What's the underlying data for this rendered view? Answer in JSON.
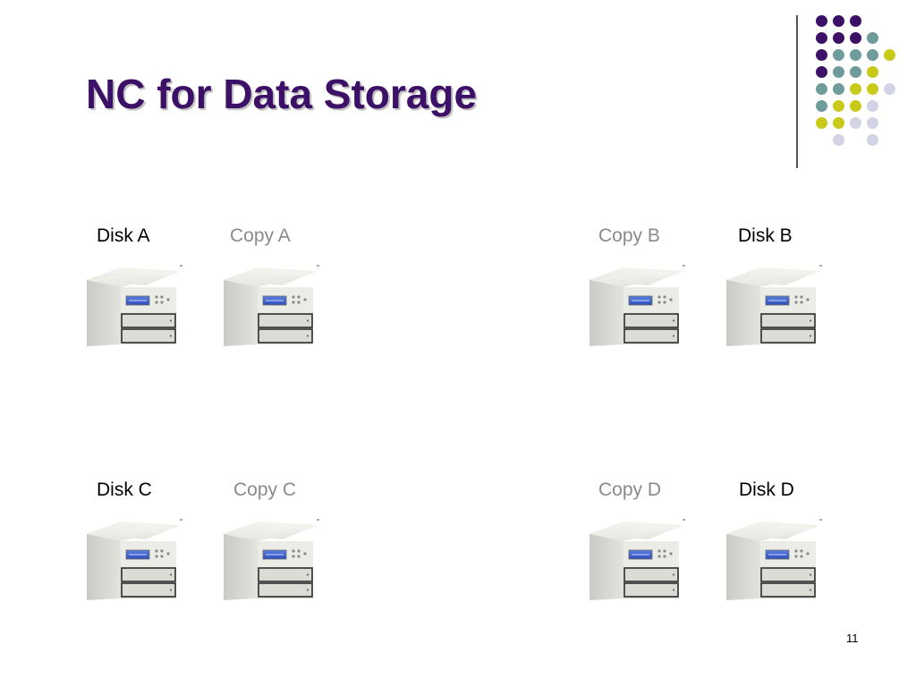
{
  "slide": {
    "title": "NC for Data Storage",
    "page_number": "11"
  },
  "colors": {
    "title": "#3b1066",
    "purple": "#3b1066",
    "teal": "#6f9c9b",
    "olive": "#c9c919",
    "lavender": "#d3d3e6",
    "copy_label": "#8a8a8a",
    "disk_label": "#000000"
  },
  "storage": {
    "disk_a": "Disk A",
    "copy_a": "Copy A",
    "copy_b": "Copy B",
    "disk_b": "Disk B",
    "disk_c": "Disk C",
    "copy_c": "Copy C",
    "copy_d": "Copy D",
    "disk_d": "Disk D"
  },
  "icons": {
    "drive": "storage-drive-icon",
    "decoration": "dot-grid-decoration"
  }
}
